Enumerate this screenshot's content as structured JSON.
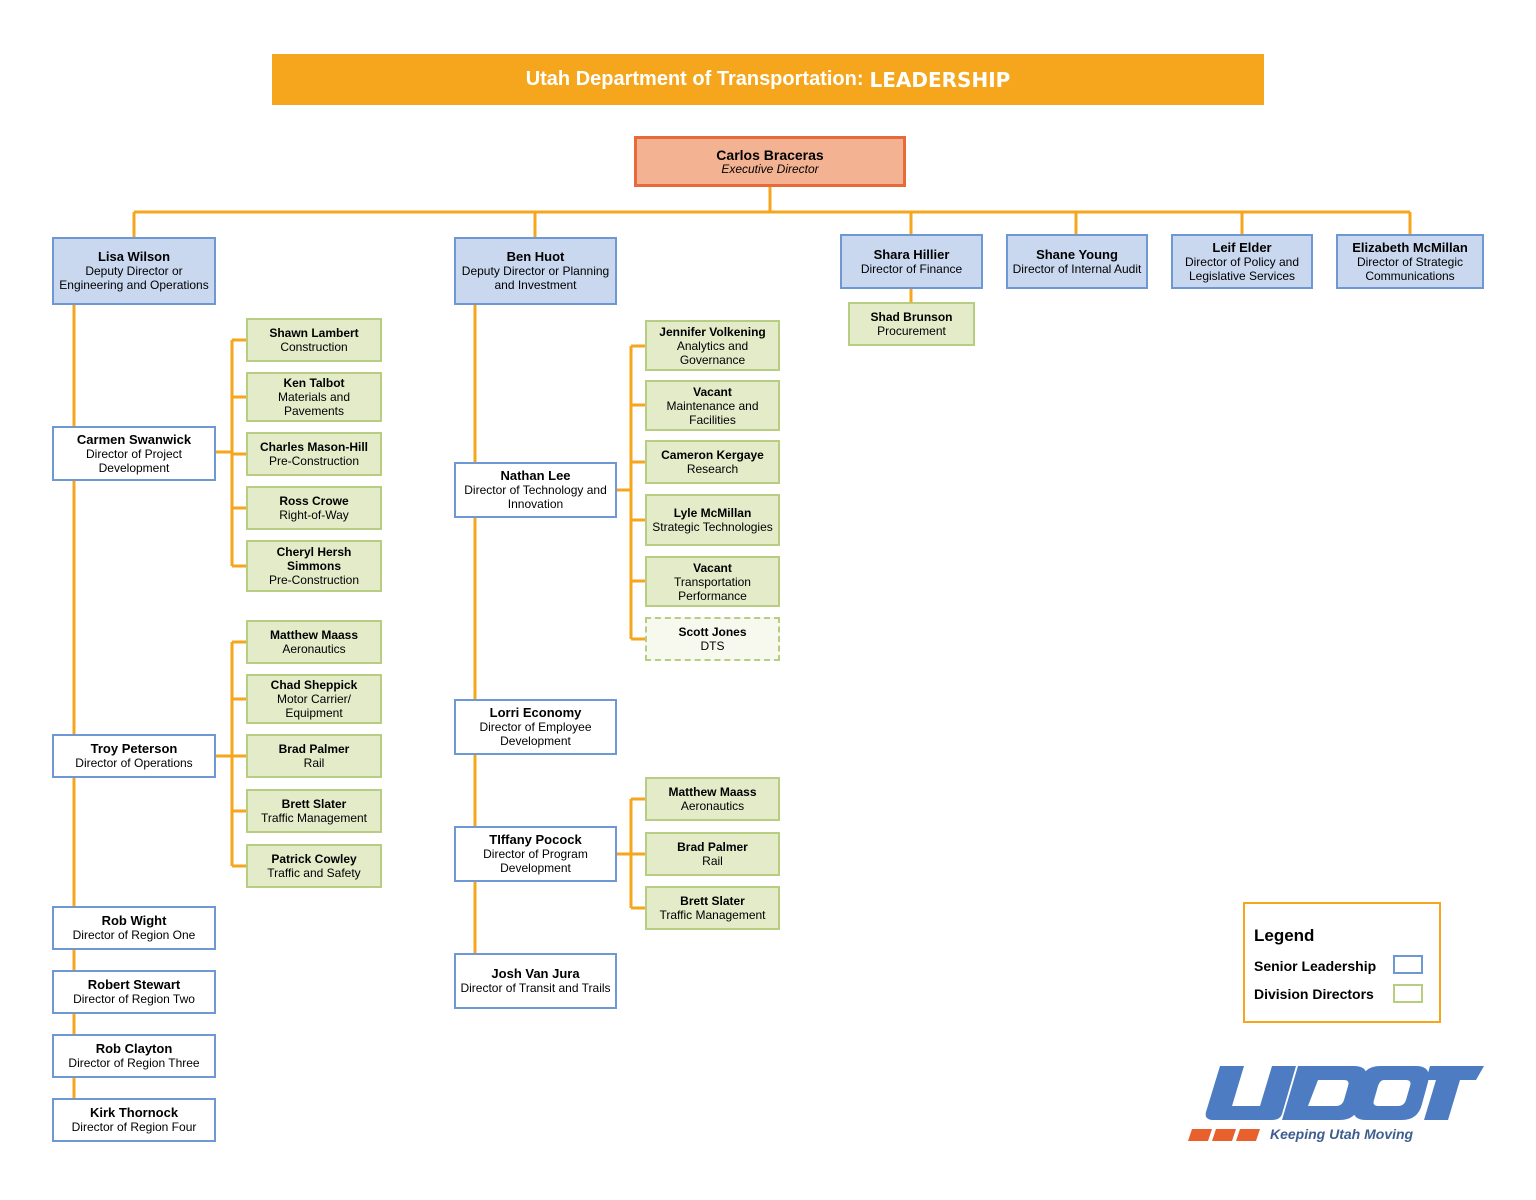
{
  "title": {
    "main": "Utah Department of Transportation:",
    "strong": "LEADERSHIP"
  },
  "colors": {
    "connector": "#F5A61C",
    "exec_fill": "#F3B393",
    "exec_border": "#E8693A",
    "senior_fill": "#C9D8EF",
    "senior_border": "#6E98D3",
    "division_fill": "#E3EBC9",
    "division_border": "#B6CD82",
    "logo_blue": "#4E7CC2",
    "logo_orange": "#E8602C"
  },
  "executive": {
    "name": "Carlos Braceras",
    "role": "Executive Director"
  },
  "top_level": [
    {
      "name": "Lisa Wilson",
      "role": "Deputy Director or Engineering and Operations"
    },
    {
      "name": "Ben Huot",
      "role": "Deputy Director or Planning and Investment"
    },
    {
      "name": "Shara Hillier",
      "role": "Director of Finance"
    },
    {
      "name": "Shane Young",
      "role": "Director of Internal Audit"
    },
    {
      "name": "Leif Elder",
      "role": "Director of Policy and Legislative Services"
    },
    {
      "name": "Elizabeth McMillan",
      "role": "Director of Strategic Communications"
    }
  ],
  "finance_report": {
    "name": "Shad Brunson",
    "role": "Procurement"
  },
  "lisa_directors": [
    {
      "name": "Carmen Swanwick",
      "role": "Director of Project Development"
    },
    {
      "name": "Troy Peterson",
      "role": "Director of Operations"
    },
    {
      "name": "Rob Wight",
      "role": "Director of Region One"
    },
    {
      "name": "Robert Stewart",
      "role": "Director of Region Two"
    },
    {
      "name": "Rob Clayton",
      "role": "Director of Region Three"
    },
    {
      "name": "Kirk Thornock",
      "role": "Director of Region Four"
    }
  ],
  "carmen_divisions": [
    {
      "name": "Shawn Lambert",
      "role": "Construction"
    },
    {
      "name": "Ken Talbot",
      "role": "Materials and Pavements"
    },
    {
      "name": "Charles Mason-Hill",
      "role": "Pre-Construction"
    },
    {
      "name": "Ross Crowe",
      "role": "Right-of-Way"
    },
    {
      "name": "Cheryl Hersh Simmons",
      "role": "Pre-Construction"
    }
  ],
  "troy_divisions": [
    {
      "name": "Matthew Maass",
      "role": "Aeronautics"
    },
    {
      "name": "Chad Sheppick",
      "role": "Motor Carrier/ Equipment"
    },
    {
      "name": "Brad Palmer",
      "role": "Rail"
    },
    {
      "name": "Brett Slater",
      "role": "Traffic Management"
    },
    {
      "name": "Patrick Cowley",
      "role": "Traffic and Safety"
    }
  ],
  "ben_directors": [
    {
      "name": "Nathan Lee",
      "role": "Director of Technology and Innovation"
    },
    {
      "name": "Lorri Economy",
      "role": "Director of Employee Development"
    },
    {
      "name": "TIffany Pocock",
      "role": "Director of Program Development"
    },
    {
      "name": "Josh Van Jura",
      "role": "Director of Transit and Trails"
    }
  ],
  "nathan_divisions": [
    {
      "name": "Jennifer Volkening",
      "role": "Analytics and Governance"
    },
    {
      "name": "Vacant",
      "role": "Maintenance and Facilities"
    },
    {
      "name": "Cameron Kergaye",
      "role": "Research"
    },
    {
      "name": "Lyle McMillan",
      "role": "Strategic Technologies"
    },
    {
      "name": "Vacant",
      "role": "Transportation Performance"
    },
    {
      "name": "Scott Jones",
      "role": "DTS"
    }
  ],
  "tiffany_divisions": [
    {
      "name": "Matthew Maass",
      "role": "Aeronautics"
    },
    {
      "name": "Brad Palmer",
      "role": "Rail"
    },
    {
      "name": "Brett Slater",
      "role": "Traffic Management"
    }
  ],
  "legend": {
    "title": "Legend",
    "senior": "Senior Leadership",
    "division": "Division Directors"
  },
  "logo": {
    "wordmark": "UDOT",
    "tagline": "Keeping Utah Moving"
  }
}
